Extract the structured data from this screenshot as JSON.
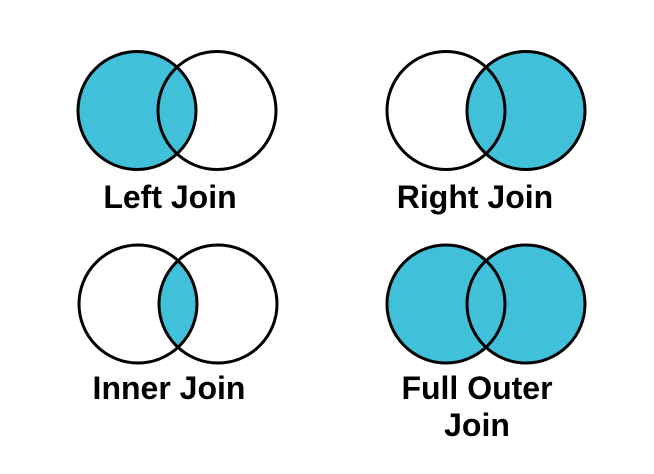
{
  "colors": {
    "accent": "#41C0D9",
    "unfilled": "#FFFFFF",
    "stroke": "#000000",
    "background": "#FFFFFF",
    "label_text": "#000000"
  },
  "diagrams": [
    {
      "id": "left-join",
      "label": "Left Join",
      "filled": {
        "left_circle": true,
        "right_circle": false,
        "intersection": true
      }
    },
    {
      "id": "right-join",
      "label": "Right Join",
      "filled": {
        "left_circle": false,
        "right_circle": true,
        "intersection": true
      }
    },
    {
      "id": "inner-join",
      "label": "Inner Join",
      "filled": {
        "left_circle": false,
        "right_circle": false,
        "intersection": true
      }
    },
    {
      "id": "full-outer-join",
      "label": "Full Outer Join",
      "filled": {
        "left_circle": true,
        "right_circle": true,
        "intersection": true
      }
    }
  ]
}
